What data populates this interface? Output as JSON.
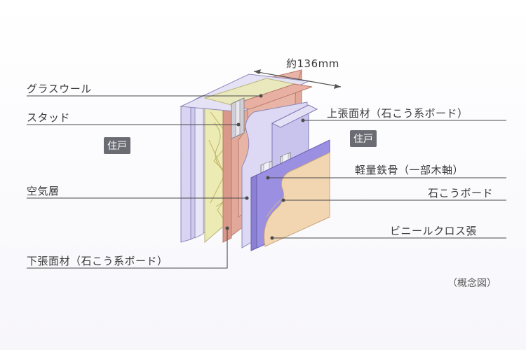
{
  "dimension": "約136mm",
  "labels_left": {
    "glass_wool": "グラスウール",
    "stud": "スタッド",
    "air_layer": "空気層",
    "lower_board": "下張面材（石こう系ボード）"
  },
  "labels_right": {
    "upper_board": "上張面材（石こう系ボード）",
    "light_steel": "軽量鉄骨（一部木軸）",
    "gypsum_board": "石こうボード",
    "vinyl_cloth": "ビニールクロス張"
  },
  "dwelling_left": "住戸",
  "dwelling_right": "住戸",
  "note": "（概念図）",
  "colors": {
    "lavender": "#c9c4ee",
    "pink": "#e2a89a",
    "yellow": "#ecebb4",
    "purple": "#9a8fe0",
    "peach": "#f2d6b2"
  }
}
